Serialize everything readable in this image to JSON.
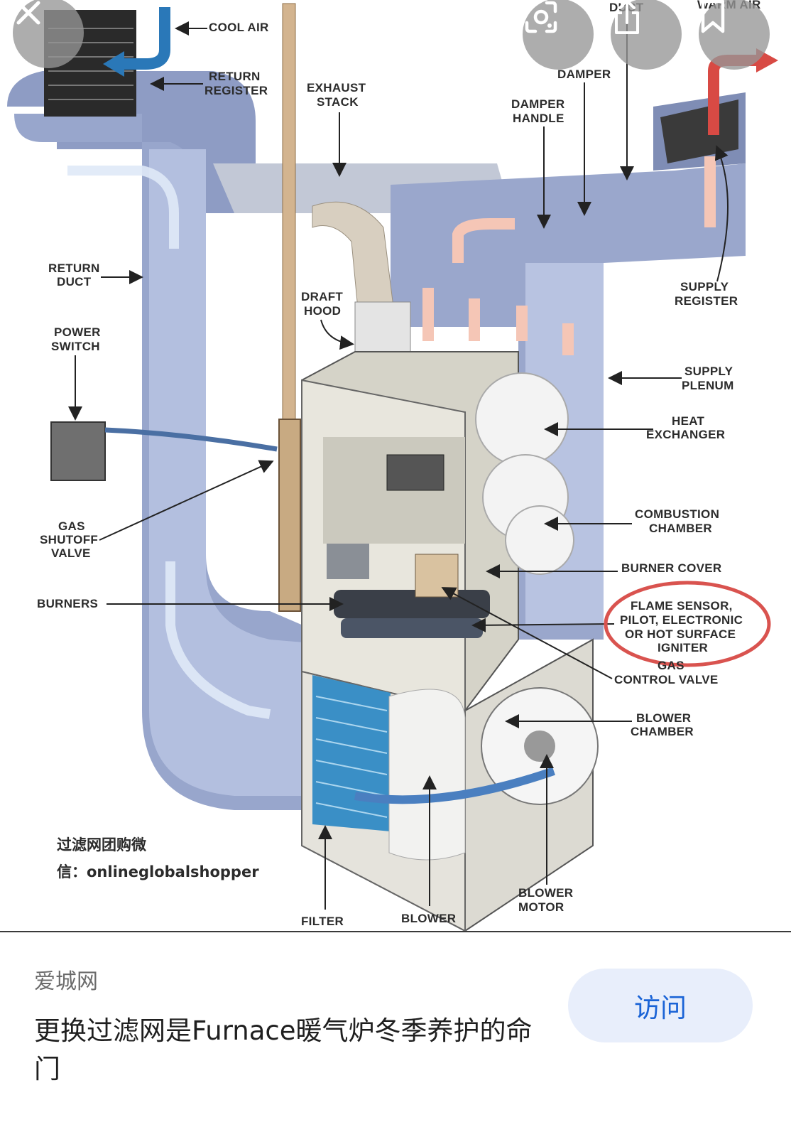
{
  "viewer": {
    "buttons": {
      "close_icon": "close-icon",
      "lens_icon": "lens-icon",
      "share_icon": "share-icon",
      "save_icon": "bookmark-icon"
    },
    "image": {
      "labels": {
        "cool_air": "COOL AIR",
        "return_register_1": "RETURN",
        "return_register_2": "REGISTER",
        "exhaust_1": "EXHAUST",
        "exhaust_2": "STACK",
        "duct": "DUCT",
        "warm_air": "WARM AIR",
        "damper": "DAMPER",
        "damper_handle_1": "DAMPER",
        "damper_handle_2": "HANDLE",
        "return_duct_1": "RETURN",
        "return_duct_2": "DUCT",
        "supply_register_1": "SUPPLY",
        "supply_register_2": "REGISTER",
        "draft_hood_1": "DRAFT",
        "draft_hood_2": "HOOD",
        "power_switch_1": "POWER",
        "power_switch_2": "SWITCH",
        "supply_plenum_1": "SUPPLY",
        "supply_plenum_2": "PLENUM",
        "heat_exchanger_1": "HEAT",
        "heat_exchanger_2": "EXCHANGER",
        "combustion_1": "COMBUSTION",
        "combustion_2": "CHAMBER",
        "gas_shutoff_1": "GAS",
        "gas_shutoff_2": "SHUTOFF",
        "gas_shutoff_3": "VALVE",
        "burner_cover": "BURNER COVER",
        "burners": "BURNERS",
        "flame_1": "FLAME SENSOR,",
        "flame_2": "PILOT, ELECTRONIC",
        "flame_3": "OR HOT SURFACE",
        "flame_4": "IGNITER",
        "gas_control_1": "GAS",
        "gas_control_2": "CONTROL VALVE",
        "blower_chamber_1": "BLOWER",
        "blower_chamber_2": "CHAMBER",
        "blower_motor_1": "BLOWER",
        "blower_motor_2": "MOTOR",
        "filter": "FILTER",
        "blower": "BLOWER"
      },
      "watermark_1": "过滤网团购微",
      "watermark_2": "信：onlineglobalshopper"
    }
  },
  "info": {
    "source": "爱城网",
    "title": "更换过滤网是Furnace暖气炉冬季养护的命门",
    "visit_label": "访问"
  }
}
